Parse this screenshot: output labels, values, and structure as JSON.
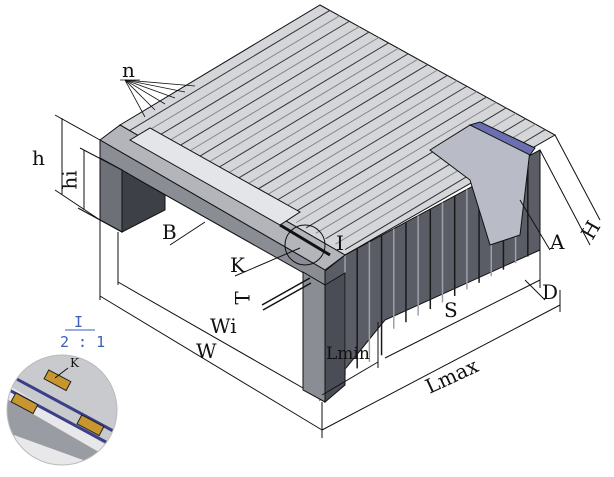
{
  "labels": {
    "n": "n",
    "h": "h",
    "hi": "hi",
    "B": "B",
    "K": "K",
    "I": "I",
    "T": "T",
    "Wi": "Wi",
    "W": "W",
    "Lmin": "Lmin",
    "S": "S",
    "Lmax": "Lmax",
    "D": "D",
    "A": "A",
    "H": "H"
  },
  "detail": {
    "ref": "I",
    "scale": "2 : 1",
    "callout": "K"
  },
  "colors": {
    "line": "#111111",
    "frame": "#8a8d93",
    "top": "#c9cbcf",
    "pleat": "#4a4d55",
    "accent": "#3a5fb5",
    "part": "#c8962e"
  }
}
